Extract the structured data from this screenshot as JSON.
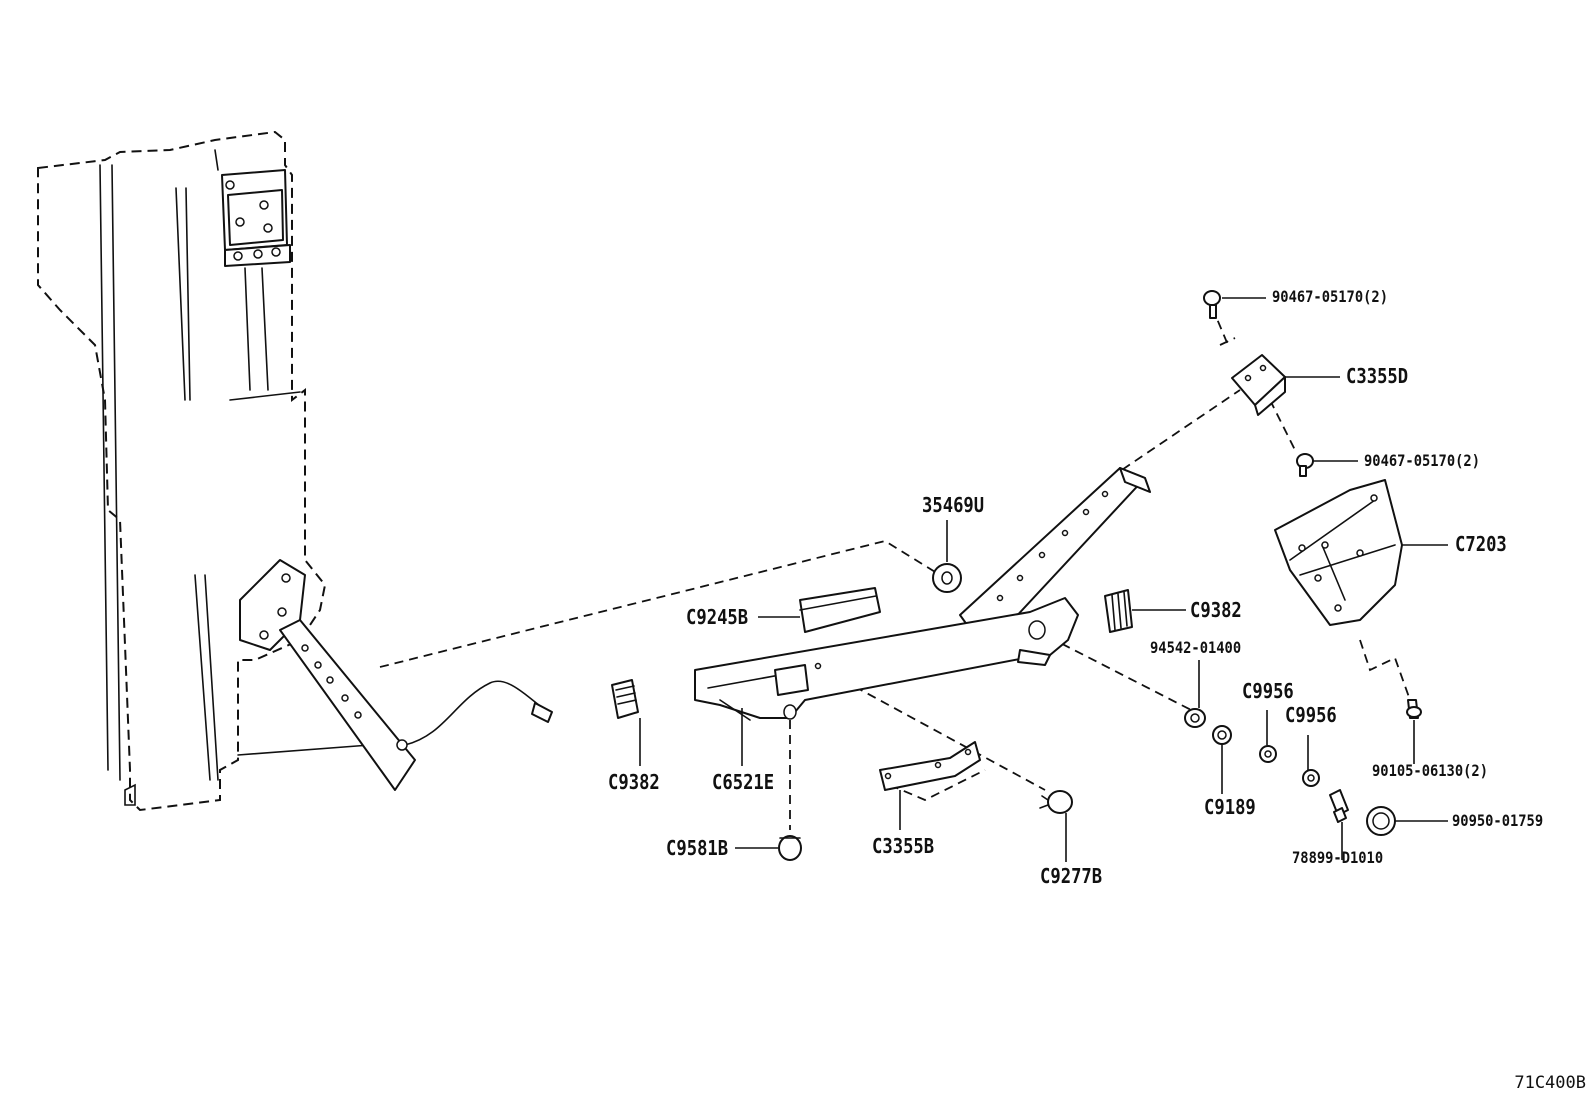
{
  "diagram_id": "71C400B",
  "callouts": {
    "c_90467_top": "90467-05170(2)",
    "c_C3355D": "C3355D",
    "c_90467_bottom": "90467-05170(2)",
    "c_35469U": "35469U",
    "c_C7203": "C7203",
    "c_C9245B": "C9245B",
    "c_C9382_right": "C9382",
    "c_94542": "94542-01400",
    "c_C9956_a": "C9956",
    "c_C9956_b": "C9956",
    "c_90105": "90105-06130(2)",
    "c_C9382_left": "C9382",
    "c_C6521E": "C6521E",
    "c_C9189": "C9189",
    "c_90950": "90950-01759",
    "c_78899": "78899-D1010",
    "c_C9581B": "C9581B",
    "c_C3355B": "C3355B",
    "c_C9277B": "C9277B"
  }
}
